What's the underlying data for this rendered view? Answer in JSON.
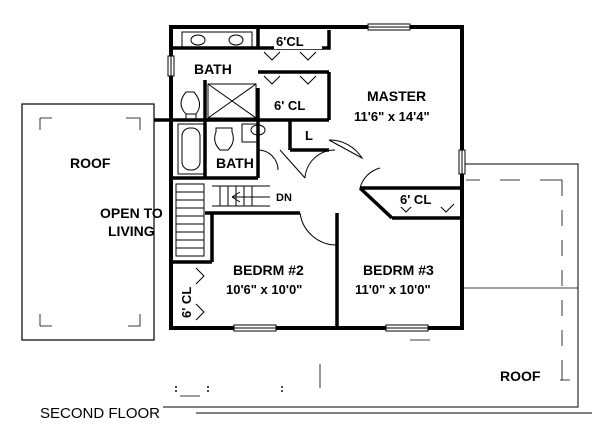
{
  "caption": "SECOND FLOOR",
  "rooms": {
    "roof_left": "ROOF",
    "open_line1": "OPEN TO",
    "open_line2": "LIVING",
    "bath_top": "BATH",
    "bath_bottom": "BATH",
    "closet_bath": "6'CL",
    "closet_master": "6' CL",
    "linen": "L",
    "master_name": "MASTER",
    "master_size": "11'6\" x 14'4\"",
    "stair_dn": "DN",
    "closet_bed3": "6' CL",
    "closet_bed2": "6' CL",
    "bed2_name": "BEDRM #2",
    "bed2_size": "10'6\" x 10'0\"",
    "bed3_name": "BEDRM #3",
    "bed3_size": "11'0\" x 10'0\"",
    "roof_right": "ROOF"
  }
}
